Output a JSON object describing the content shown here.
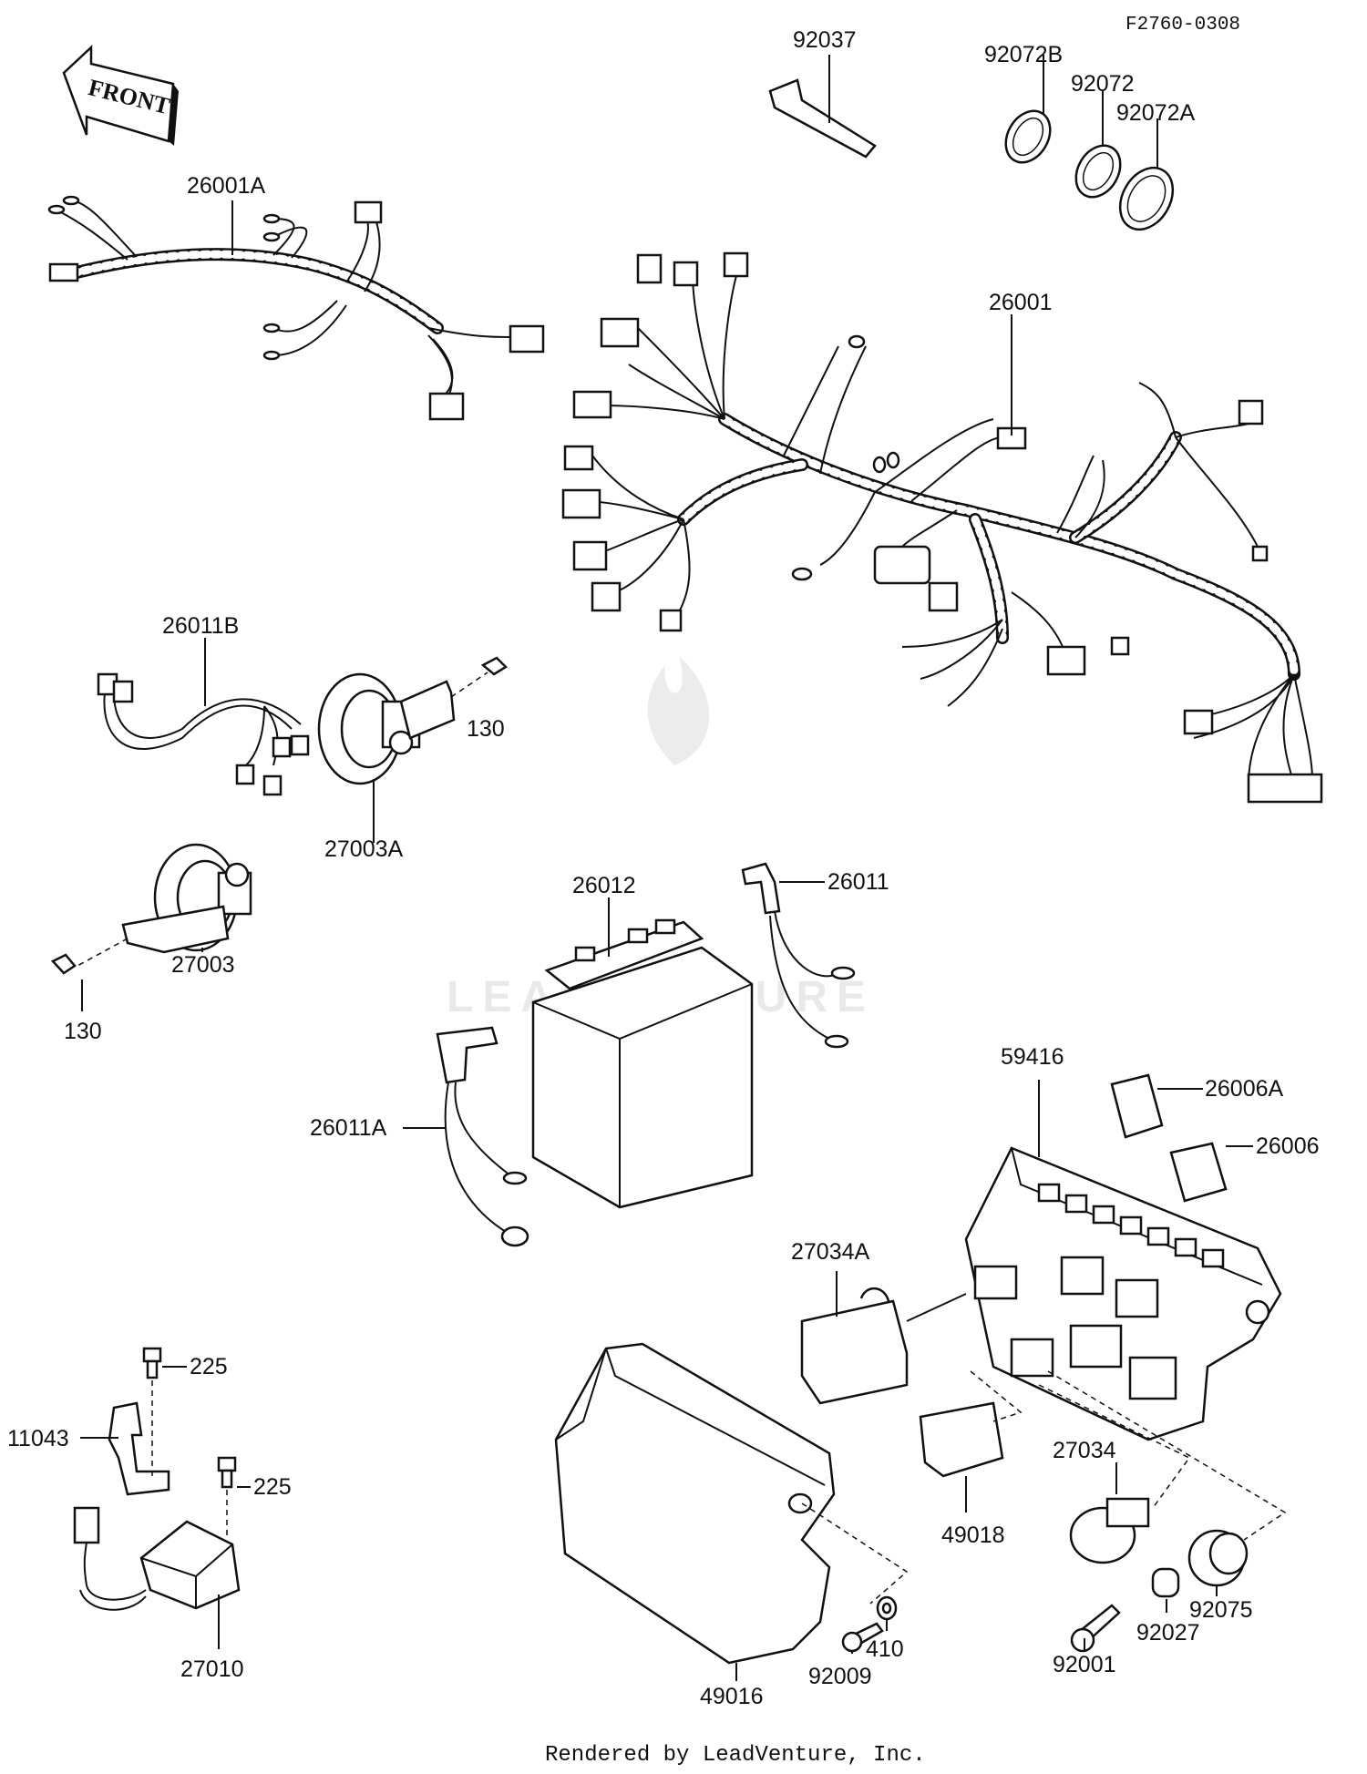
{
  "diagram_id": "F2760-0308",
  "front_label": "FRONT",
  "watermark": "LEADVENTURE",
  "footer": "Rendered by LeadVenture, Inc.",
  "parts": {
    "p26001A": "26001A",
    "p26001": "26001",
    "p92037": "92037",
    "p92072B": "92072B",
    "p92072": "92072",
    "p92072A": "92072A",
    "p26011B": "26011B",
    "p27003A": "27003A",
    "p130a": "130",
    "p27003": "27003",
    "p130b": "130",
    "p26012": "26012",
    "p26011": "26011",
    "p26011A": "26011A",
    "p59416": "59416",
    "p26006A": "26006A",
    "p26006": "26006",
    "p27034A": "27034A",
    "p49018": "49018",
    "p27034": "27034",
    "p92075": "92075",
    "p92027": "92027",
    "p92001": "92001",
    "p225a": "225",
    "p225b": "225",
    "p11043": "11043",
    "p27010": "27010",
    "p49016": "49016",
    "p92009": "92009",
    "p410": "410"
  }
}
